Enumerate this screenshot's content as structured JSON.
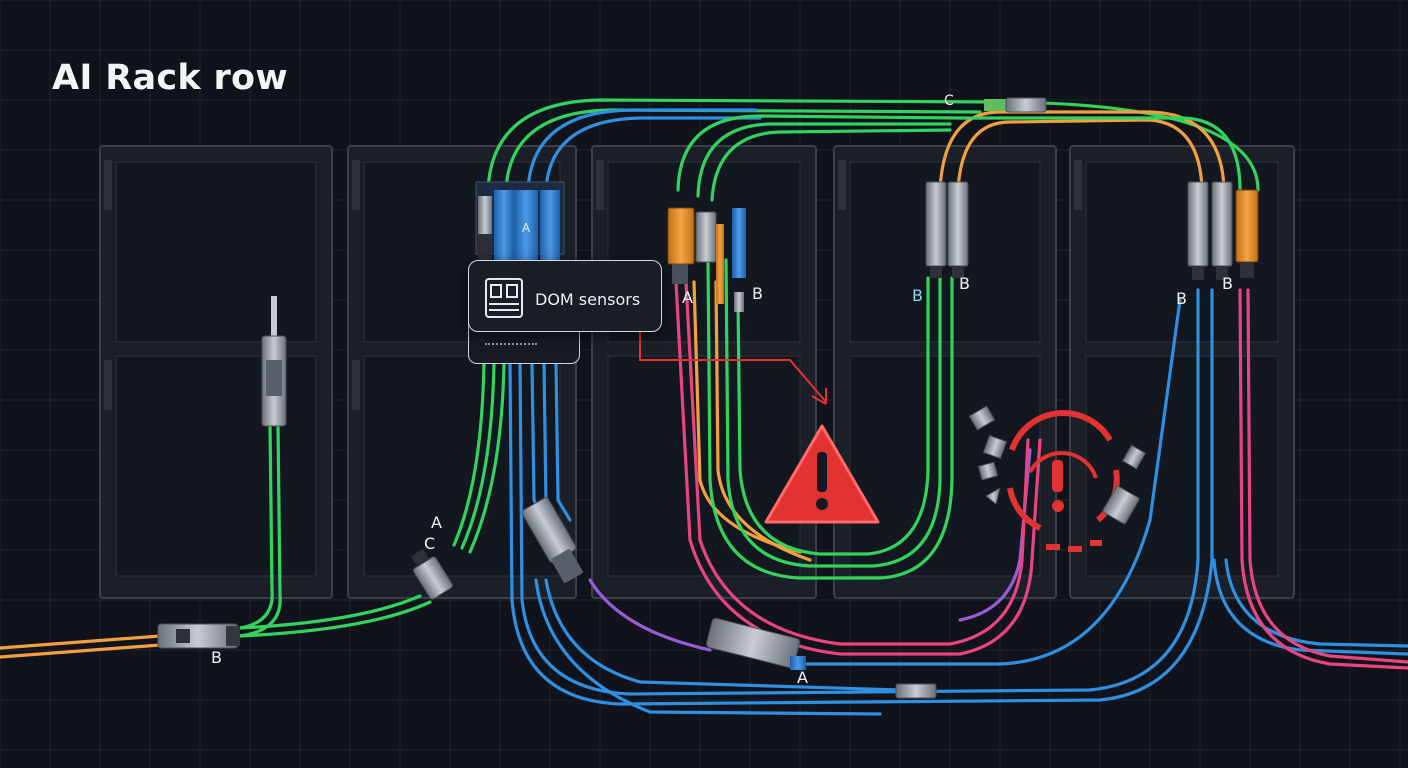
{
  "title": "AI Rack row",
  "popup": {
    "label": "DOM sensors",
    "icon": "transceiver-icon"
  },
  "connector_labels": [
    {
      "id": "a-popup",
      "text": "A"
    },
    {
      "id": "b-rack3",
      "text": "B"
    },
    {
      "id": "b-rack4-left",
      "text": "B"
    },
    {
      "id": "b-rack4-right",
      "text": "B"
    },
    {
      "id": "b-rack5-left",
      "text": "B"
    },
    {
      "id": "b-rack5-right",
      "text": "B"
    },
    {
      "id": "c-top",
      "text": "C"
    },
    {
      "id": "a-left-coupler",
      "text": "A"
    },
    {
      "id": "c-left-coupler",
      "text": "C"
    },
    {
      "id": "b-bottom-left",
      "text": "B"
    },
    {
      "id": "a-bottom",
      "text": "A"
    }
  ],
  "alerts": [
    {
      "id": "warning-triangle",
      "icon": "warning-triangle-icon"
    },
    {
      "id": "fault-circle",
      "icon": "fault-alert-icon"
    }
  ],
  "colors": {
    "background": "#10131b",
    "green": "#32d35c",
    "blue": "#2f8fe0",
    "orange": "#f0a040",
    "pink": "#e8457f",
    "purple": "#9a5cd6",
    "alert_red": "#e23232"
  }
}
